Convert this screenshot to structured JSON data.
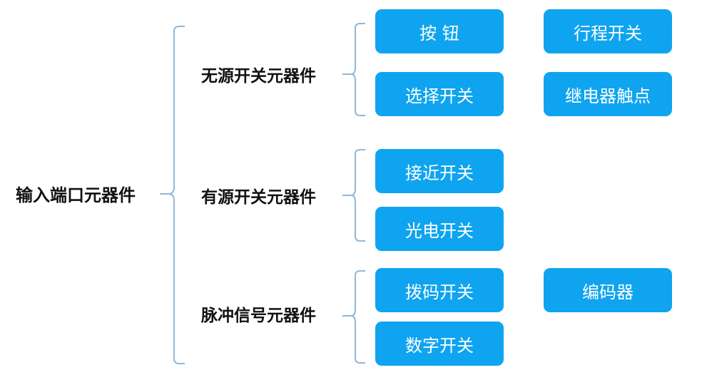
{
  "root": {
    "label": "输入端口元器件"
  },
  "categories": [
    {
      "label": "无源开关元器件",
      "items": [
        "按 钮",
        "行程开关",
        "选择开关",
        "继电器触点"
      ]
    },
    {
      "label": "有源开关元器件",
      "items": [
        "接近开关",
        "光电开关"
      ]
    },
    {
      "label": "脉冲信号元器件",
      "items": [
        "拨码开关",
        "编码器",
        "数字开关"
      ]
    }
  ],
  "colors": {
    "box": "#0fa4ef",
    "bracket": "#8fb7d9",
    "text": "#111111"
  }
}
